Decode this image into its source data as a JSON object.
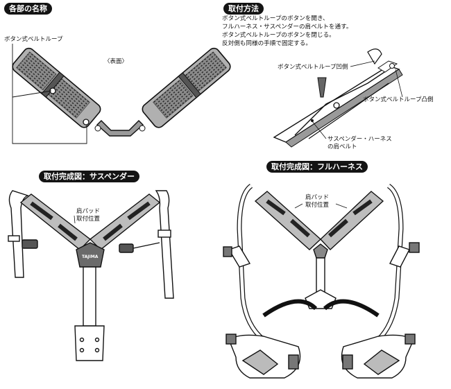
{
  "sections": {
    "parts_heading": "各部の名称",
    "attach_heading": "取付方法",
    "suspender_heading": "取付完成図：サスペンダー",
    "harness_heading": "取付完成図：フルハーネス"
  },
  "parts": {
    "belt_loop_label": "ボタン式ベルトループ",
    "front_label": "〈表面〉"
  },
  "attach_steps": [
    "ボタン式ベルトループのボタンを開き、",
    "フルハーネス・サスペンダーの肩ベルトを通す。",
    "ボタン式ベルトループのボタンを閉じる。",
    "反対側も同様の手順で固定する。"
  ],
  "attach_diagram": {
    "concave_label": "ボタン式ベルトループ凹側",
    "convex_label": "ボタン式ベルトループ凸側",
    "shoulder_belt_label_line1": "サスペンダー・ハーネス",
    "shoulder_belt_label_line2": "の肩ベルト"
  },
  "suspender": {
    "pad_label_line1": "肩パッド",
    "pad_label_line2": "取付位置",
    "brand_mark": "TAJIMA"
  },
  "harness": {
    "pad_label_line1": "肩パッド",
    "pad_label_line2": "取付位置"
  }
}
